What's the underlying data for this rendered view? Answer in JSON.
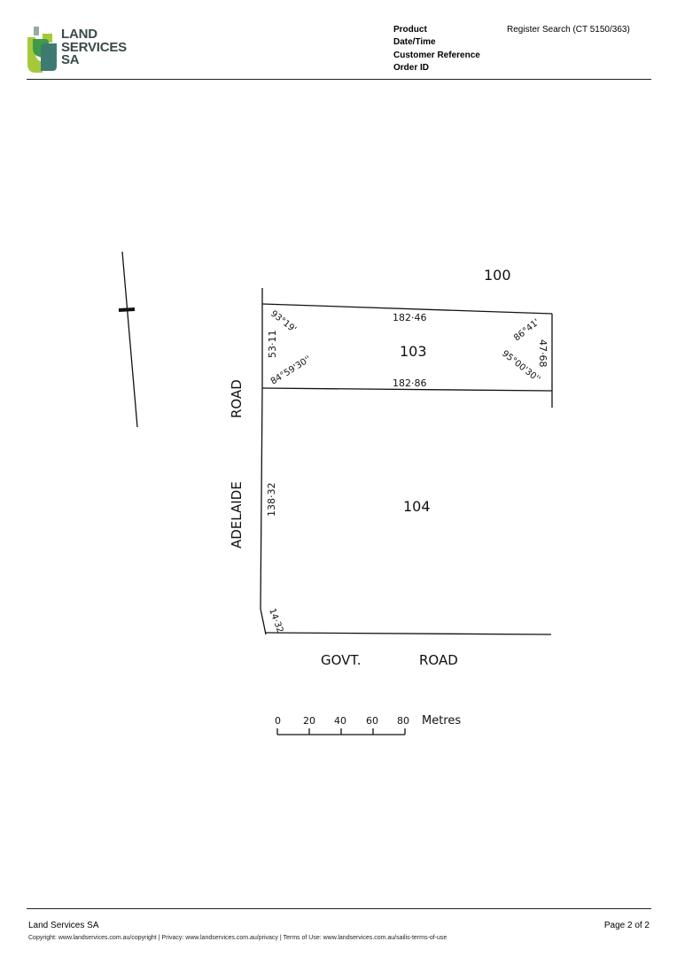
{
  "header": {
    "logo": {
      "line1": "LAND",
      "line2": "SERVICES",
      "line3": "SA",
      "colors": {
        "light_green": "#a6c93a",
        "mid_green": "#3f9a4a",
        "teal": "#3f7a70",
        "grey": "#9aaaa0",
        "text": "#3a4a4a"
      }
    },
    "fields": [
      {
        "label": "Product",
        "value": "Register Search (CT 5150/363)"
      },
      {
        "label": "Date/Time",
        "value": ""
      },
      {
        "label": "Customer Reference",
        "value": ""
      },
      {
        "label": "Order ID",
        "value": ""
      }
    ]
  },
  "plan": {
    "adjoining_lot": "100",
    "lots": [
      {
        "id": "103"
      },
      {
        "id": "104"
      }
    ],
    "dimensions": {
      "lot103_top": "182·46",
      "lot103_bottom": "182·86",
      "lot103_left": "53·11",
      "lot103_right": "47·68",
      "lot104_left": "138·32",
      "corner_cut": "14·32"
    },
    "angles": {
      "top_left": "93°19'",
      "bottom_left": "84°59'30''",
      "top_right": "86°41'",
      "bottom_right": "95°00'30''"
    },
    "roads": {
      "west_word1": "ADELAIDE",
      "west_word2": "ROAD",
      "south_word1": "GOVT.",
      "south_word2": "ROAD"
    },
    "scale": {
      "ticks": [
        "0",
        "20",
        "40",
        "60",
        "80"
      ],
      "unit": "Metres"
    }
  },
  "footer": {
    "org": "Land Services SA",
    "page": "Page 2 of 2",
    "copyright": "Copyright: www.landservices.com.au/copyright | Privacy: www.landservices.com.au/privacy | Terms of Use: www.landservices.com.au/sailis-terms-of-use"
  }
}
